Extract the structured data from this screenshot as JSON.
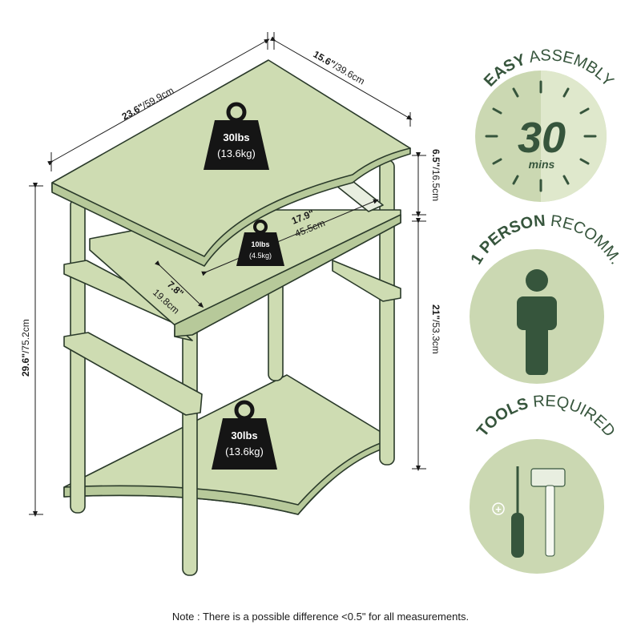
{
  "colors": {
    "furniture": "#cedcb2",
    "outline": "#2a3a2a",
    "badge_light": "#cbd8b2",
    "badge_lighter": "#dfe8cc",
    "badge_dark": "#36553c",
    "weight_icon": "#151515"
  },
  "dimensions": {
    "width_in": "23.6\"",
    "width_cm": "/59.9cm",
    "depth_in": "15.6\"",
    "depth_cm": "/39.6cm",
    "top_gap_in": "6.5\"",
    "top_gap_cm": "/16.5cm",
    "lower_height_in": "21\"",
    "lower_height_cm": "/53.3cm",
    "total_height_in": "29.6\"",
    "total_height_cm": "/75.2cm",
    "tray_length_in": "17.9\"",
    "tray_length_cm": "45.5cm",
    "tray_depth_in": "7.8\"",
    "tray_depth_cm": "19.8cm"
  },
  "weights": {
    "top": {
      "lbs": "30lbs",
      "kg": "(13.6kg)"
    },
    "tray": {
      "lbs": "10lbs",
      "kg": "(4.5kg)"
    },
    "bottom": {
      "lbs": "30lbs",
      "kg": "(13.6kg)"
    }
  },
  "badges": {
    "assembly": {
      "title_bold": "EASY",
      "title_rest": " ASSEMBLY",
      "number": "30",
      "unit": "mins",
      "icon": "clock-icon"
    },
    "person": {
      "title_bold": "1 PERSON",
      "title_rest": " RECOMM.",
      "icon": "person-icon"
    },
    "tools": {
      "title_bold": "TOOLS",
      "title_rest": " REQUIRED",
      "icon": "screwdriver-hammer-icon"
    }
  },
  "note": "Note : There is a possible difference <0.5\" for all measurements."
}
